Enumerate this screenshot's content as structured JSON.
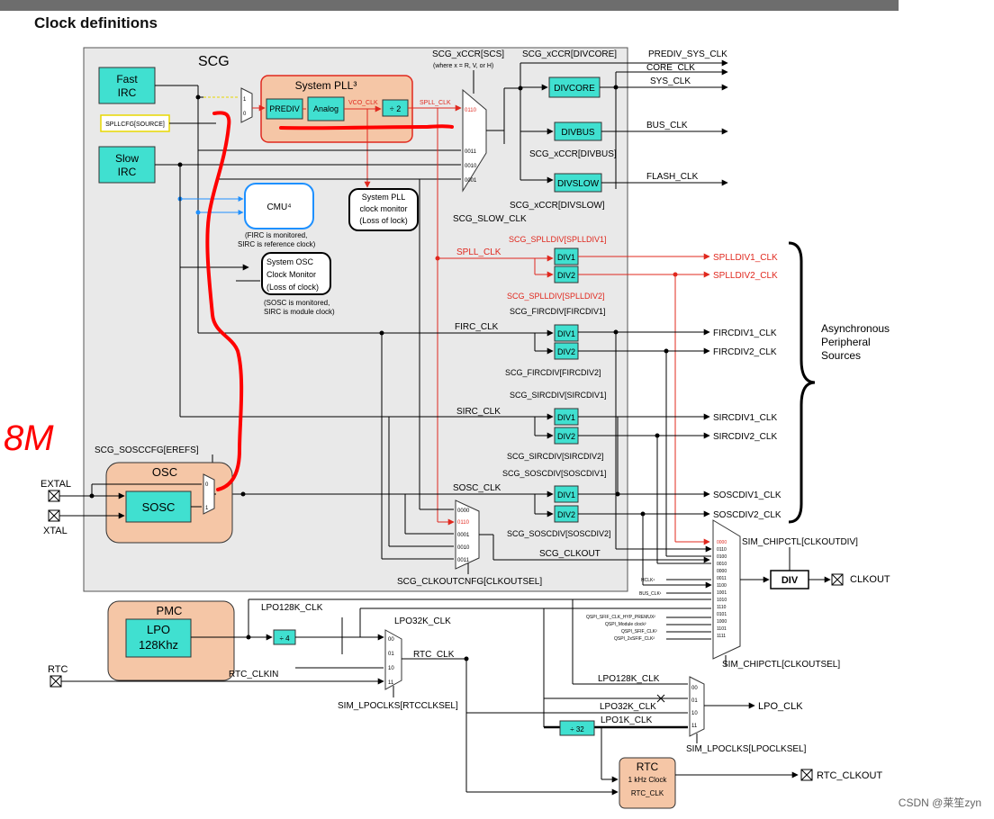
{
  "page": {
    "heading": "Clock definitions",
    "watermark": "CSDN @莱笙zyn"
  },
  "colors": {
    "teal_block": "#40e0d0",
    "osc_block": "#f5c6a6",
    "pll_border": "#e0281e",
    "scg_bg": "#e9e9e9",
    "annotation_red": "#ff0000",
    "cmu_border": "#1e90ff"
  },
  "annotations": {
    "handwritten": "8M"
  },
  "scg": {
    "title": "SCG",
    "fast_irc": [
      "Fast",
      "IRC"
    ],
    "slow_irc": [
      "Slow",
      "IRC"
    ],
    "spllcfg_source": "SPLLCFG[SOURCE]",
    "pll_title": "System PLL³",
    "prediv": "PREDIV",
    "analog": "Analog",
    "div2": "÷ 2",
    "vco_clk": "VCO_CLK",
    "spll_clk_small": "SPLL_CLK",
    "mux_in1": "1",
    "mux_in0": "0",
    "cmu": "CMU⁴",
    "cmu_note": [
      "(FIRC is monitored,",
      "SIRC is reference clock)"
    ],
    "pll_monitor": [
      "System PLL",
      "clock monitor",
      "(Loss of lock)"
    ],
    "osc_monitor": [
      "System OSC",
      "Clock Monitor",
      "(Loss of clock)"
    ],
    "osc_monitor_note": [
      "(SOSC is monitored,",
      "SIRC is module clock)"
    ],
    "xccr_scs": "SCG_xCCR[SCS]",
    "xccr_note": "(where x = R, V, or H)",
    "scs_inputs": [
      "0110",
      "0011",
      "0010",
      "0001"
    ],
    "xccr_divcore": "SCG_xCCR[DIVCORE]",
    "divcore": "DIVCORE",
    "divbus": "DIVBUS",
    "xccr_divbus": "SCG_xCCR[DIVBUS]",
    "divslow": "DIVSLOW",
    "xccr_divslow": "SCG_xCCR[DIVSLOW]",
    "slow_clk": "SCG_SLOW_CLK",
    "outputs": {
      "prediv_sys": "PREDIV_SYS_CLK",
      "core": "CORE_CLK",
      "sys": "SYS_CLK",
      "bus": "BUS_CLK",
      "flash": "FLASH_CLK"
    },
    "spll_clk": "SPLL_CLK",
    "firc_clk": "FIRC_CLK",
    "sirc_clk": "SIRC_CLK",
    "sosc_clk": "SOSC_CLK",
    "div1": "DIV1",
    "div2_label": "DIV2",
    "spll_div1_reg": "SCG_SPLLDIV[SPLLDIV1]",
    "spll_div2_reg": "SCG_SPLLDIV[SPLLDIV2]",
    "firc_div1_reg": "SCG_FIRCDIV[FIRCDIV1]",
    "firc_div2_reg": "SCG_FIRCDIV[FIRCDIV2]",
    "sirc_div1_reg": "SCG_SIRCDIV[SIRCDIV1]",
    "sirc_div2_reg": "SCG_SIRCDIV[SIRCDIV2]",
    "sosc_div1_reg": "SCG_SOSCDIV[SOSCDIV1]",
    "sosc_div2_reg": "SCG_SOSCDIV[SOSCDIV2]",
    "div_outputs": {
      "splldiv1": "SPLLDIV1_CLK",
      "splldiv2": "SPLLDIV2_CLK",
      "fircdiv1": "FIRCDIV1_CLK",
      "fircdiv2": "FIRCDIV2_CLK",
      "sircdiv1": "SIRCDIV1_CLK",
      "sircdiv2": "SIRCDIV2_CLK",
      "soscdiv1": "SOSCDIV1_CLK",
      "soscdiv2": "SOSCDIV2_CLK"
    },
    "async_label": [
      "Asynchronous",
      "Peripheral",
      "Sources"
    ],
    "sosccfg_erefs": "SCG_SOSCCFG[EREFS]",
    "osc_title": "OSC",
    "sosc": "SOSC",
    "extal": "EXTAL",
    "xtal": "XTAL",
    "clkout_mux_inputs": [
      "0000",
      "0110",
      "0001",
      "0010",
      "0011"
    ],
    "clkout_label": "SCG_CLKOUT",
    "clkoutcnfg": "SCG_CLKOUTCNFG[CLKOUTSEL]"
  },
  "sim": {
    "chipctl_clkoutdiv": "SIM_CHIPCTL[CLKOUTDIV]",
    "div": "DIV",
    "clkout": "CLKOUT",
    "chipctl_clkoutsel": "SIM_CHIPCTL[CLKOUTSEL]",
    "clkout_mux_codes": [
      "0000",
      "0110",
      "0100",
      "0010",
      "0000",
      "0011",
      "1100",
      "1001",
      "1010",
      "1110",
      "0101",
      "1000",
      "1101",
      "1111"
    ],
    "small_inputs": [
      "HCLK¹",
      "BUS_CLK¹",
      "QSPI_SFIF_CLK_HYP_PREMUX²",
      "QSPI_Module clock²",
      "QSPI_SFIF_CLK²",
      "QSPI_2xSFIF_CLK²"
    ]
  },
  "pmc": {
    "title": "PMC",
    "lpo": [
      "LPO",
      "128Khz"
    ],
    "lpo128k_clk": "LPO128K_CLK",
    "lpo32k_clk": "LPO32K_CLK",
    "div4": "÷ 4",
    "rtc": "RTC",
    "rtc_clkin": "RTC_CLKIN",
    "rtc_mux_inputs": [
      "00",
      "01",
      "10",
      "11"
    ],
    "rtc_clk": "RTC_CLK",
    "rtcclksel": "SIM_LPOCLKS[RTCCLKSEL]",
    "lpo_mux_inputs": [
      "00",
      "01",
      "10",
      "11"
    ],
    "lpo128k_clk2": "LPO128K_CLK",
    "lpo32k_clk2": "LPO32K_CLK",
    "lpo1k_clk": "LPO1K_CLK",
    "div32": "÷ 32",
    "lpo_clk": "LPO_CLK",
    "lpoclksel": "SIM_LPOCLKS[LPOCLKSEL]",
    "rtc_block": [
      "RTC",
      "1 kHz Clock",
      "RTC_CLK"
    ],
    "rtc_clkout": "RTC_CLKOUT"
  }
}
